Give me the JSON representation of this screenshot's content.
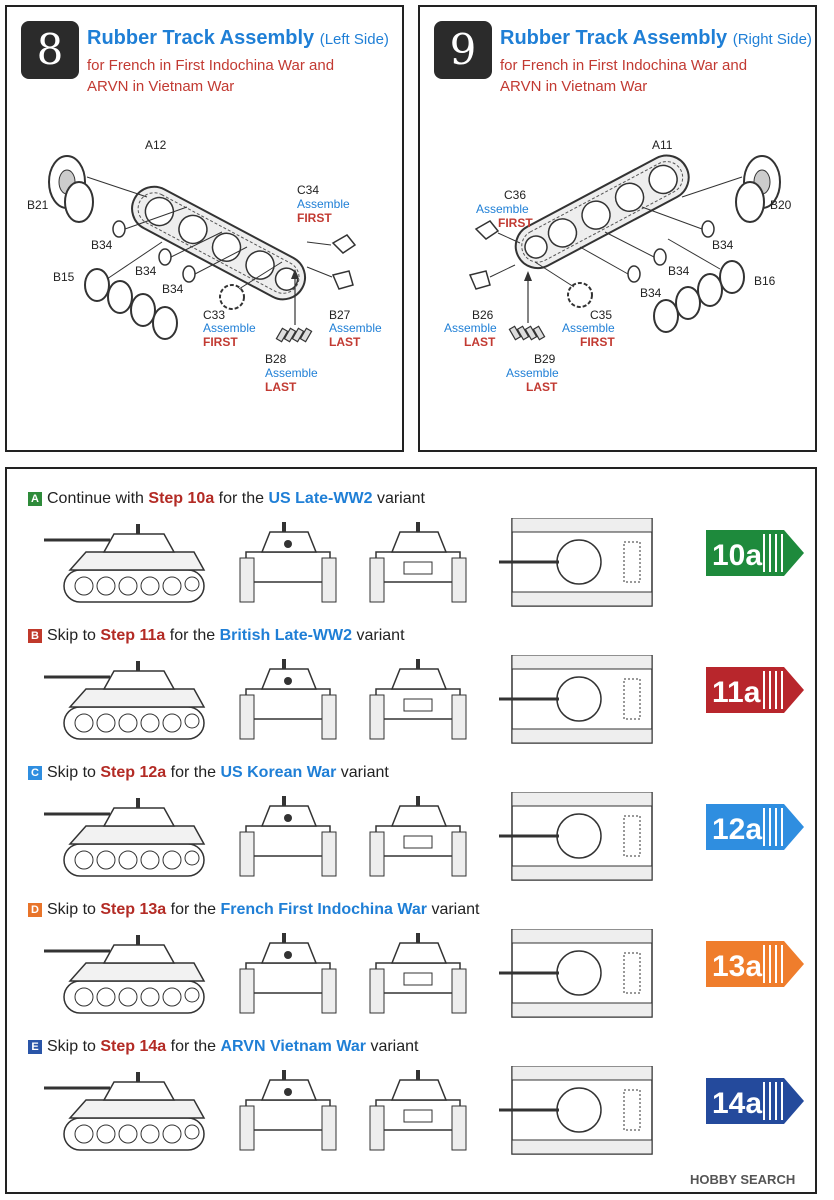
{
  "step8": {
    "number": "8",
    "title": "Rubber Track Assembly",
    "side": "(Left Side)",
    "line1": "for French in First Indochina War and",
    "line2": "ARVN in Vietnam War",
    "parts": {
      "a12": "A12",
      "b21": "B21",
      "b34": "B34",
      "b15": "B15",
      "c34": "C34",
      "c33": "C33",
      "b27": "B27",
      "b28": "B28",
      "assemble": "Assemble",
      "first": "FIRST",
      "last": "LAST"
    }
  },
  "step9": {
    "number": "9",
    "title": "Rubber Track Assembly",
    "side": "(Right Side)",
    "line1": "for French in First Indochina War and",
    "line2": "ARVN in Vietnam War",
    "parts": {
      "a11": "A11",
      "b20": "B20",
      "b34": "B34",
      "b16": "B16",
      "c36": "C36",
      "c35": "C35",
      "b26": "B26",
      "b29": "B29",
      "assemble": "Assemble",
      "first": "FIRST",
      "last": "LAST"
    }
  },
  "variants": [
    {
      "letter": "A",
      "letter_color": "#2e8b3a",
      "lead": "Continue with",
      "step": "Step 10a",
      "mid": "for the",
      "name": "US Late-WW2",
      "tail": "variant",
      "badge": "10a",
      "badge_color": "#1e8a3c"
    },
    {
      "letter": "B",
      "letter_color": "#c0392b",
      "lead": "Skip to",
      "step": "Step 11a",
      "mid": "for the",
      "name": "British Late-WW2",
      "tail": "variant",
      "badge": "11a",
      "badge_color": "#b8262c"
    },
    {
      "letter": "C",
      "letter_color": "#2f8ee0",
      "lead": "Skip to",
      "step": "Step 12a",
      "mid": "for the",
      "name": "US Korean War",
      "tail": "variant",
      "badge": "12a",
      "badge_color": "#2f8ee0"
    },
    {
      "letter": "D",
      "letter_color": "#e8742a",
      "lead": "Skip to",
      "step": "Step 13a",
      "mid": "for the",
      "name": "French First Indochina War",
      "tail": "variant",
      "badge": "13a",
      "badge_color": "#ef7d2c"
    },
    {
      "letter": "E",
      "letter_color": "#2a55a8",
      "lead": "Skip to",
      "step": "Step 14a",
      "mid": "for the",
      "name": "ARVN Vietnam War",
      "tail": "variant",
      "badge": "14a",
      "badge_color": "#244a9c"
    }
  ],
  "watermark": "HOBBY SEARCH"
}
